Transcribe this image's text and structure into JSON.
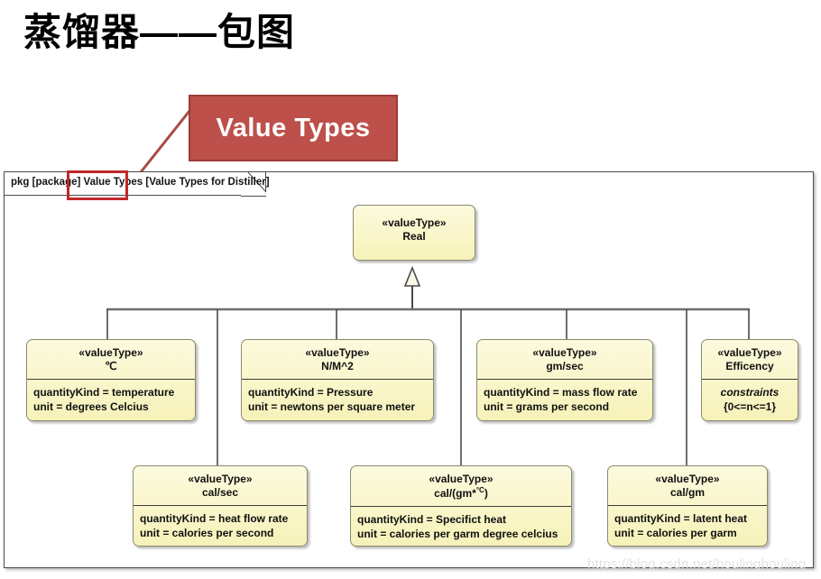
{
  "title": "蒸馏器——包图",
  "callout": {
    "label": "Value Types",
    "fill": "#bd504a",
    "border": "#9c3b36",
    "leader_color": "#a84b45"
  },
  "highlight": {
    "color": "#c0282a",
    "target_text": "Value Types"
  },
  "package": {
    "tab_prefix": "pkg [package]",
    "tab_name": "Value Types",
    "tab_suffix": "[Value Types for Distiller]",
    "tab_full": "pkg [package] Value Types [Value Types for Distiller]"
  },
  "diagram": {
    "type": "uml-package-diagram",
    "stereotype": "«valueType»",
    "box_fill_top": "#fcfade",
    "box_fill_bottom": "#f7f2b9",
    "box_border": "#8a8a6e",
    "connector_color": "#4a4a4a",
    "root": {
      "stereotype": "«valueType»",
      "name": "Real",
      "attributes": []
    },
    "children": [
      {
        "stereotype": "«valueType»",
        "name": "℃",
        "attributes": [
          "quantityKind = temperature",
          "unit = degrees Celcius"
        ]
      },
      {
        "stereotype": "«valueType»",
        "name": "N/M^2",
        "attributes": [
          "quantityKind = Pressure",
          "unit = newtons per square meter"
        ]
      },
      {
        "stereotype": "«valueType»",
        "name": "gm/sec",
        "attributes": [
          "quantityKind = mass flow rate",
          "unit = grams per second"
        ]
      },
      {
        "stereotype": "«valueType»",
        "name": "Efficency",
        "constraint_label": "constraints",
        "constraint_value": "{0<=n<=1}",
        "attributes": []
      },
      {
        "stereotype": "«valueType»",
        "name": "cal/sec",
        "attributes": [
          "quantityKind = heat flow rate",
          "unit = calories per second"
        ]
      },
      {
        "stereotype": "«valueType»",
        "name_prefix": "cal/(gm*",
        "name_sup": "°C",
        "name_suffix": ")",
        "name": "cal/(gm*°C)",
        "attributes": [
          "quantityKind = Specifict heat",
          "unit = calories per garm degree celcius"
        ]
      },
      {
        "stereotype": "«valueType»",
        "name": "cal/gm",
        "attributes": [
          "quantityKind = latent heat",
          "unit = calories per garm"
        ]
      }
    ]
  },
  "watermark": "https://blog.csdn.net/houlinghouling"
}
